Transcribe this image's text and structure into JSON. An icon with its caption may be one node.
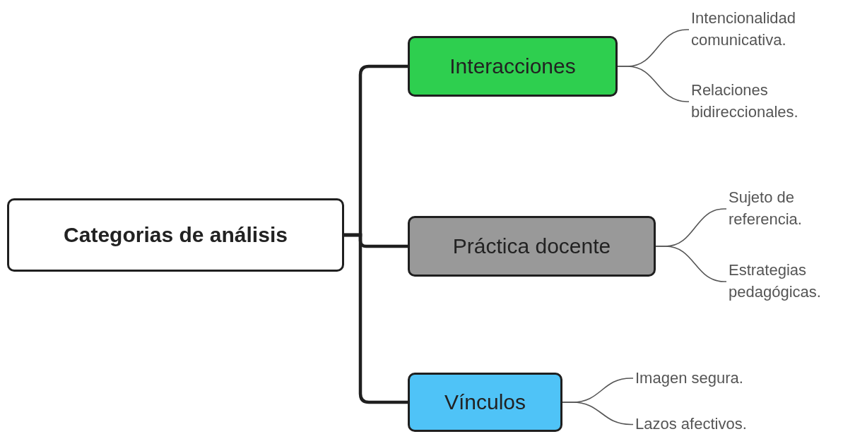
{
  "diagram": {
    "nodes": [
      {
        "text": [
          "Categorias de análisis"
        ]
      },
      {
        "text": [
          "Interacciones"
        ]
      },
      {
        "text": [
          "Práctica docente"
        ]
      },
      {
        "text": [
          "Vínculos"
        ]
      },
      {
        "text": [
          "Intencionalidad comunicativa."
        ]
      },
      {
        "text": [
          "Relaciones bidireccionales."
        ]
      },
      {
        "text": [
          "Sujeto de referencia."
        ]
      },
      {
        "text": [
          "Estrategias pedagógicas."
        ]
      },
      {
        "text": [
          "Imagen segura."
        ]
      },
      {
        "text": [
          "Lazos afectivos."
        ]
      }
    ],
    "edges": [
      {
        "from": 0,
        "to": 1,
        "arrow": "none",
        "style": "thick",
        "color": "#1f1f1f"
      },
      {
        "from": 0,
        "to": 2,
        "arrow": "none",
        "style": "thick",
        "color": "#1f1f1f"
      },
      {
        "from": 0,
        "to": 3,
        "arrow": "none",
        "style": "thick",
        "color": "#1f1f1f"
      },
      {
        "from": 1,
        "to": 4,
        "arrow": "none"
      },
      {
        "from": 1,
        "to": 5,
        "arrow": "none"
      },
      {
        "from": 2,
        "to": 6,
        "arrow": "none"
      },
      {
        "from": 2,
        "to": 7,
        "arrow": "none"
      },
      {
        "from": 3,
        "to": 8,
        "arrow": "none"
      },
      {
        "from": 3,
        "to": 9,
        "arrow": "none"
      }
    ]
  }
}
